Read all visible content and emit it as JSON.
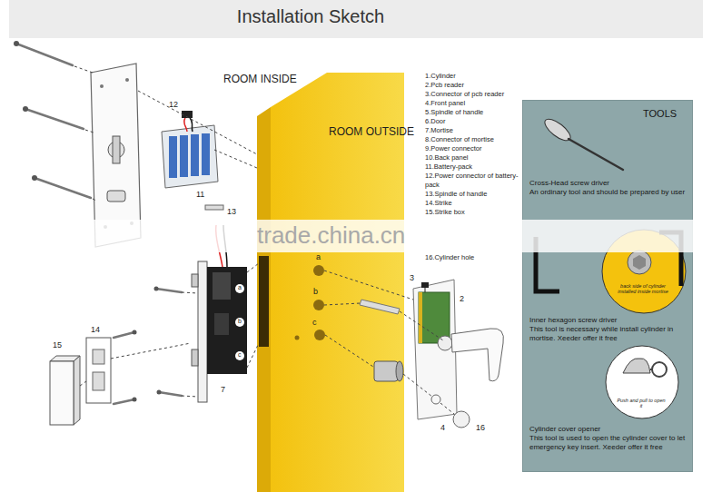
{
  "diagram": {
    "title": "Installation Sketch",
    "nodes": [
      {
        "text": [
          "TOOLS",
          "Cross-Head screw driver",
          "An ordinary tool and should be prepared by user",
          "Inner hexagon screw driver",
          "This tool is necessary while install cylinder in mortise. Xeeder offer it free",
          "Cylinder cover opener",
          "This tool is used to open the cylinder cover to let emergency key insert. Xeeder offer it free"
        ]
      }
    ],
    "labels": [
      "ROOM INSIDE",
      "ROOM OUTSIDE",
      "1.Cylinder",
      "2.Pcb reader",
      "3.Connector of pcb reader",
      "4.Front panel",
      "5.Spindle of handle",
      "6.Door",
      "7.Mortise",
      "8.Connector of mortise",
      "9.Power connector",
      "10.Back panel",
      "11.Battery-pack",
      "12.Power connector of battery-pack",
      "13.Spindle of handle",
      "14.Strike",
      "15.Strike box",
      "16.Cylinder hole",
      "12",
      "11",
      "13",
      "14",
      "15",
      "7",
      "a",
      "b",
      "c",
      "3",
      "2",
      "4",
      "16",
      "a",
      "b",
      "c",
      "back side of cylinder installed inside mortise",
      "Push and pull to open it",
      "trade.china.cn"
    ]
  }
}
